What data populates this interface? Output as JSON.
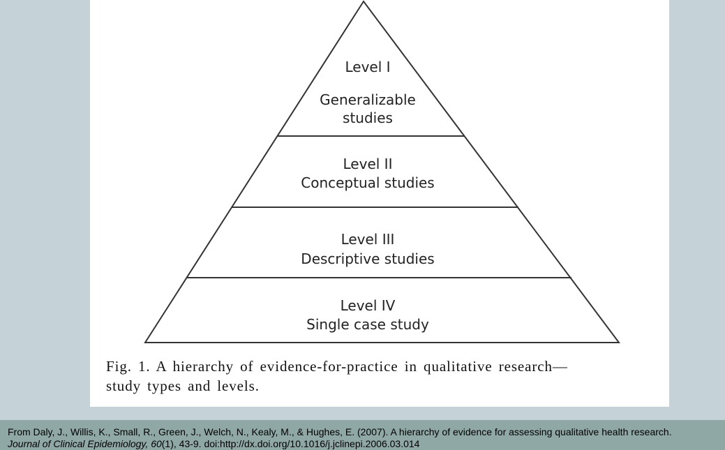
{
  "pyramid": {
    "levels": [
      {
        "level": "Level I",
        "studies_line1": "Generalizable",
        "studies_line2": "studies"
      },
      {
        "level": "Level II",
        "studies": "Conceptual studies"
      },
      {
        "level": "Level III",
        "studies": "Descriptive studies"
      },
      {
        "level": "Level IV",
        "studies": "Single case study"
      }
    ]
  },
  "caption": {
    "line1": "Fig. 1. A hierarchy of evidence-for-practice in qualitative research—",
    "line2": "study types and levels."
  },
  "source": {
    "line1": "From Daly, J., Willis, K., Small, R., Green, J., Welch, N., Kealy, M., & Hughes, E. (2007). A hierarchy of evidence for assessing qualitative health research.",
    "journal": "Journal of Clinical Epidemiology,",
    "volume": "60",
    "rest": "(1), 43-9. doi:http://dx.doi.org/10.1016/j.jclinepi.2006.03.014"
  }
}
